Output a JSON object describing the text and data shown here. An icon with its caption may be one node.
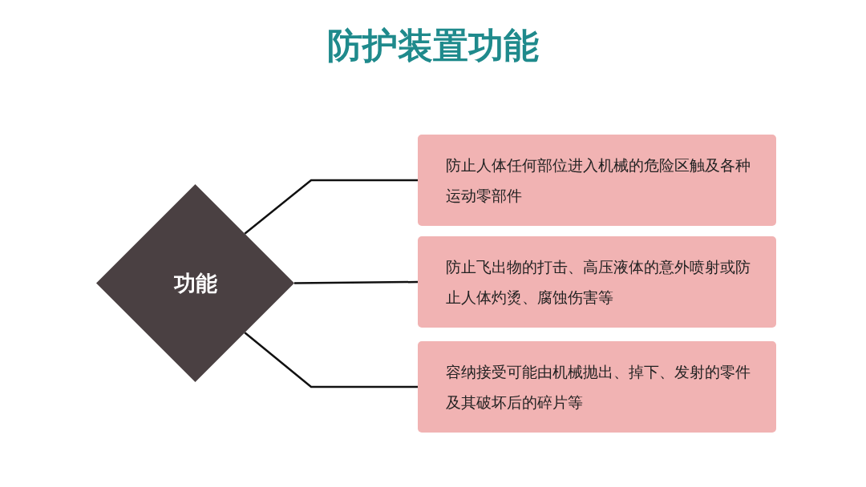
{
  "diagram": {
    "title": "防护装置功能",
    "nodes": [
      {
        "text": [
          "功能"
        ]
      },
      {
        "text": [
          "防止人体任何部位进入机械的危险区触及各种运动零部件"
        ]
      },
      {
        "text": [
          "防止飞出物的打击、高压液体的意外喷射或防止人体灼烫、腐蚀伤害等"
        ]
      },
      {
        "text": [
          "容纳接受可能由机械抛出、掉下、发射的零件及其破坏后的碎片等"
        ]
      }
    ],
    "edges": [
      {
        "from": 0,
        "to": 1,
        "arrow": "none"
      },
      {
        "from": 0,
        "to": 2,
        "arrow": "none"
      },
      {
        "from": 0,
        "to": 3,
        "arrow": "none"
      }
    ]
  }
}
